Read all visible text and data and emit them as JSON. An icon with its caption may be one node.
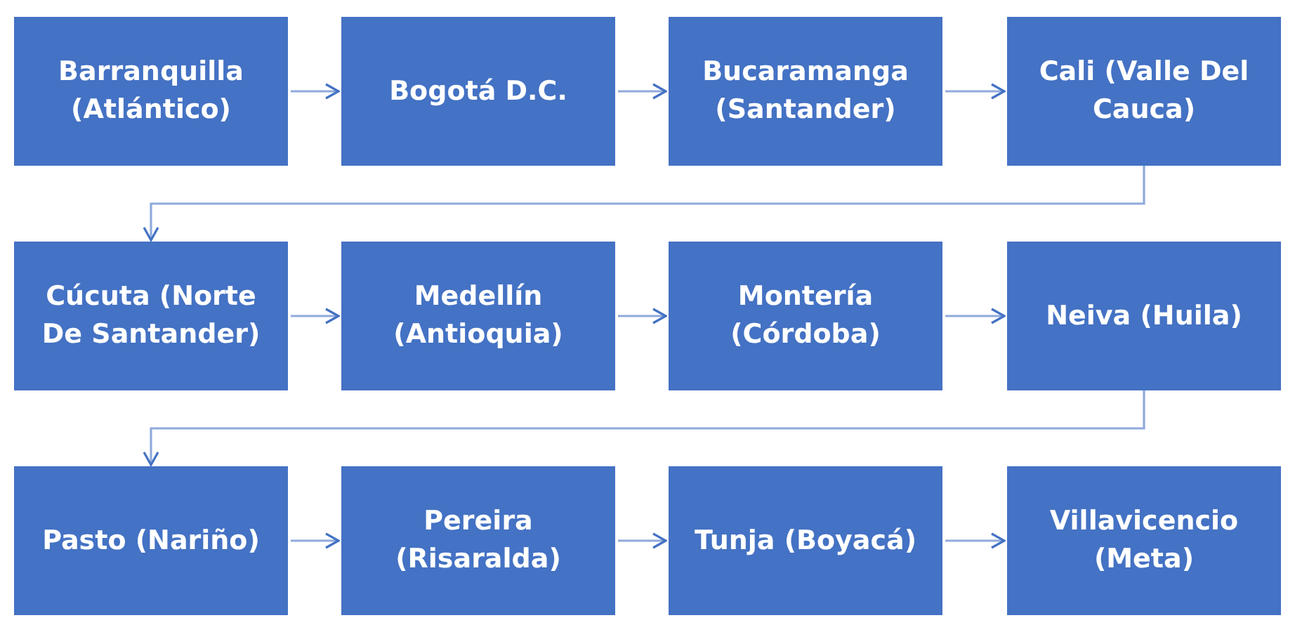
{
  "diagram": {
    "nodes": [
      {
        "text": [
          "Barranquilla (Atlántico)"
        ]
      },
      {
        "text": [
          "Bogotá D.C."
        ]
      },
      {
        "text": [
          "Bucaramanga (Santander)"
        ]
      },
      {
        "text": [
          "Cali (Valle Del Cauca)"
        ]
      },
      {
        "text": [
          "Cúcuta (Norte De Santander)"
        ]
      },
      {
        "text": [
          "Medellín (Antioquia)"
        ]
      },
      {
        "text": [
          "Montería (Córdoba)"
        ]
      },
      {
        "text": [
          "Neiva (Huila)"
        ]
      },
      {
        "text": [
          "Pasto (Nariño)"
        ]
      },
      {
        "text": [
          "Pereira (Risaralda)"
        ]
      },
      {
        "text": [
          "Tunja (Boyacá)"
        ]
      },
      {
        "text": [
          "Villavicencio (Meta)"
        ]
      }
    ],
    "edges": [
      {
        "from": 0,
        "to": 1,
        "arrow": "to"
      },
      {
        "from": 1,
        "to": 2,
        "arrow": "to"
      },
      {
        "from": 2,
        "to": 3,
        "arrow": "to"
      },
      {
        "from": 3,
        "to": 4,
        "arrow": "to"
      },
      {
        "from": 4,
        "to": 5,
        "arrow": "to"
      },
      {
        "from": 5,
        "to": 6,
        "arrow": "to"
      },
      {
        "from": 6,
        "to": 7,
        "arrow": "to"
      },
      {
        "from": 7,
        "to": 8,
        "arrow": "to"
      },
      {
        "from": 8,
        "to": 9,
        "arrow": "to"
      },
      {
        "from": 9,
        "to": 10,
        "arrow": "to"
      },
      {
        "from": 10,
        "to": 11,
        "arrow": "to"
      }
    ]
  }
}
